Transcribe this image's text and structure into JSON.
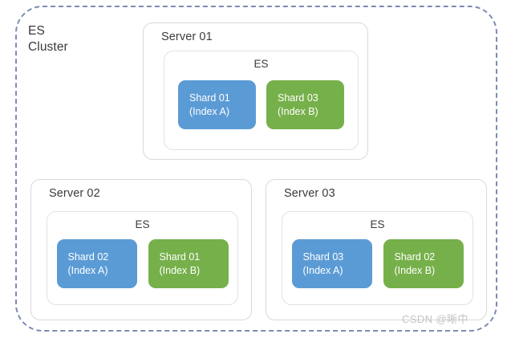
{
  "diagram": {
    "cluster_label": "ES\nCluster",
    "watermark": "CSDN @晰中",
    "colors": {
      "index_a": "#5b9bd5",
      "index_b": "#76b04a",
      "cluster_border": "#7d8bb5",
      "card_border": "#d8d8d8",
      "background": "#ffffff"
    },
    "servers": [
      {
        "title": "Server 01",
        "es_label": "ES",
        "shards": [
          {
            "name": "Shard 01",
            "index": "(Index A)",
            "color": "blue"
          },
          {
            "name": "Shard 03",
            "index": "(Index B)",
            "color": "green"
          }
        ]
      },
      {
        "title": "Server 02",
        "es_label": "ES",
        "shards": [
          {
            "name": "Shard 02",
            "index": "(Index A)",
            "color": "blue"
          },
          {
            "name": "Shard 01",
            "index": "(Index B)",
            "color": "green"
          }
        ]
      },
      {
        "title": "Server 03",
        "es_label": "ES",
        "shards": [
          {
            "name": "Shard 03",
            "index": "(Index A)",
            "color": "blue"
          },
          {
            "name": "Shard 02",
            "index": "(Index B)",
            "color": "green"
          }
        ]
      }
    ]
  }
}
